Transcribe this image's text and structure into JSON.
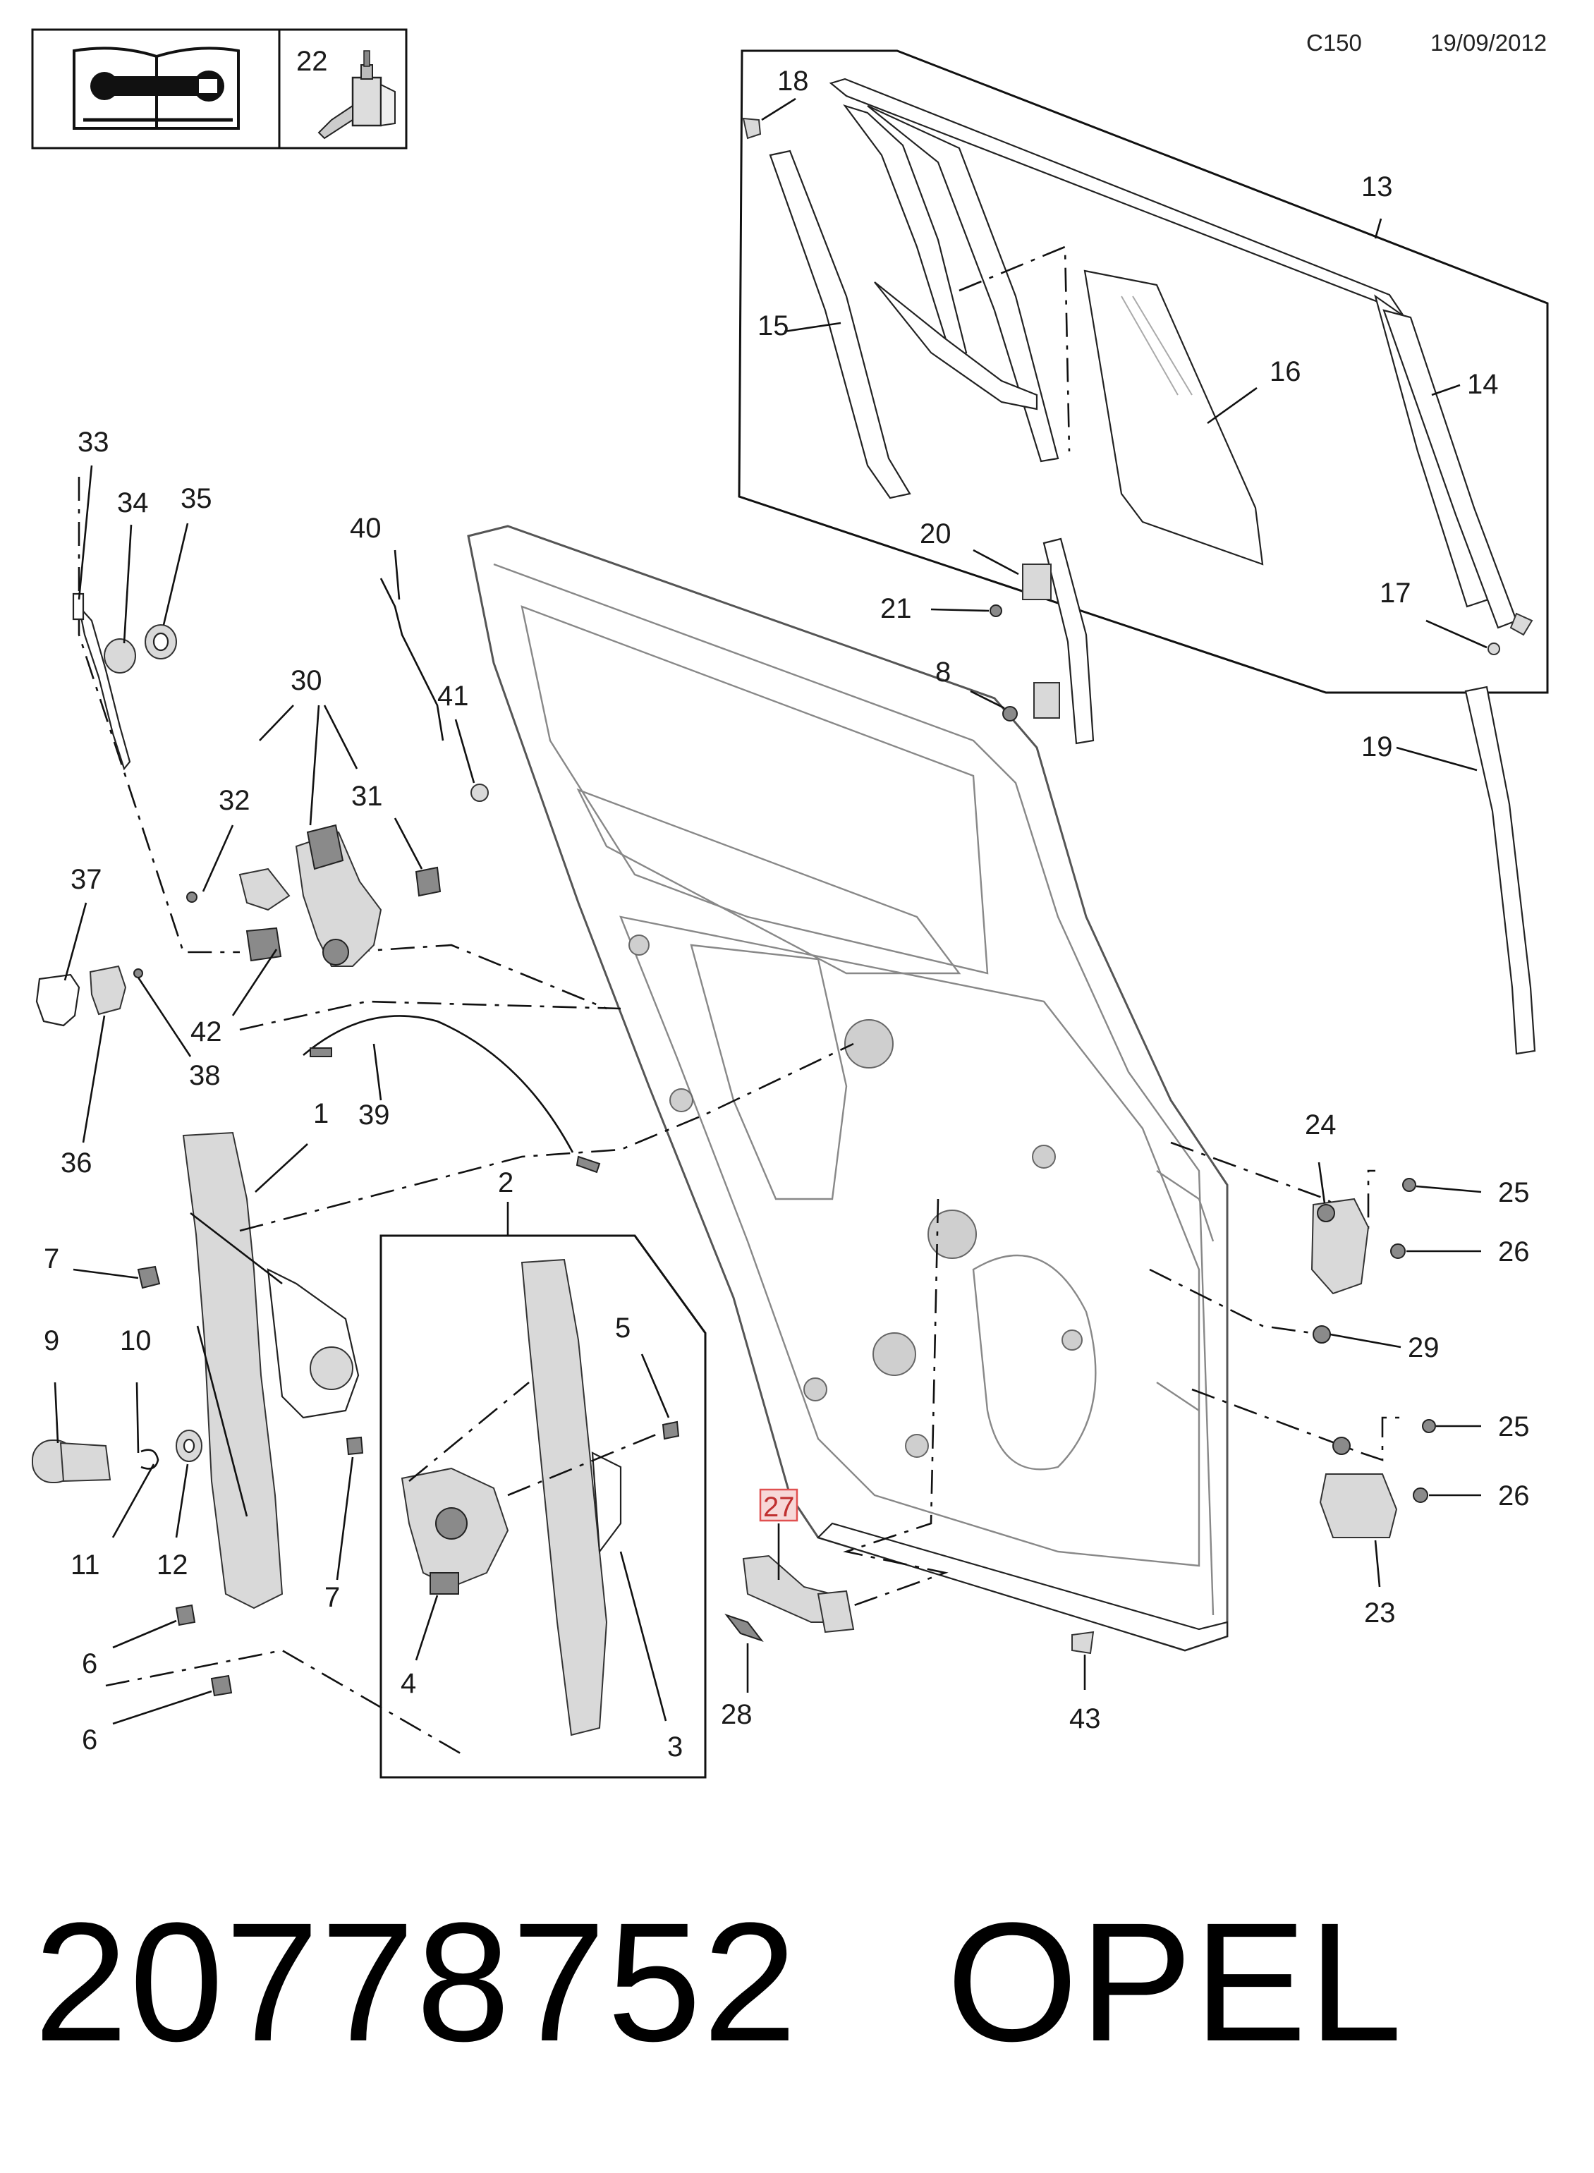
{
  "header": {
    "code": "C150",
    "date": "19/09/2012",
    "manual_icon": "workshop-manual-icon",
    "adhesive_icon": "sealant-bottle-icon",
    "icon_box_ref": "22"
  },
  "callouts": {
    "c1": "1",
    "c2": "2",
    "c3": "3",
    "c4": "4",
    "c5": "5",
    "c6a": "6",
    "c6b": "6",
    "c7a": "7",
    "c7b": "7",
    "c8": "8",
    "c9": "9",
    "c10": "10",
    "c11": "11",
    "c12": "12",
    "c13": "13",
    "c14": "14",
    "c15": "15",
    "c16": "16",
    "c17": "17",
    "c18": "18",
    "c19": "19",
    "c20": "20",
    "c21": "21",
    "c23": "23",
    "c24": "24",
    "c25a": "25",
    "c25b": "25",
    "c26a": "26",
    "c26b": "26",
    "c27": "27",
    "c28": "28",
    "c29": "29",
    "c30": "30",
    "c31": "31",
    "c32": "32",
    "c33": "33",
    "c34": "34",
    "c35": "35",
    "c36": "36",
    "c37": "37",
    "c38": "38",
    "c39": "39",
    "c40": "40",
    "c41": "41",
    "c42": "42",
    "c43": "43"
  },
  "highlight": {
    "part": "27",
    "color": "#e05050"
  },
  "footer": {
    "part_number": "20778752",
    "brand": "OPEL"
  }
}
